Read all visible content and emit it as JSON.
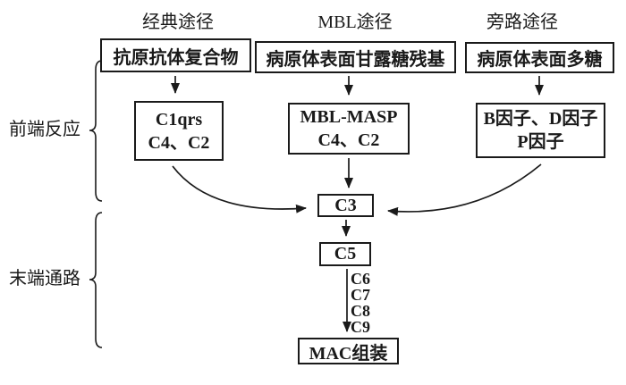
{
  "colors": {
    "ink": "#1a1a1a",
    "paper": "#ffffff"
  },
  "headers": {
    "classical": "经典途径",
    "mbl": "MBL途径",
    "alternative": "旁路途径"
  },
  "stages": {
    "front_end": "前端反应",
    "terminal": "末端通路"
  },
  "boxes": {
    "classical_trigger": "抗原抗体复合物",
    "mbl_trigger": "病原体表面甘露糖残基",
    "alternative_trigger": "病原体表面多糖",
    "classical_enzymes": {
      "line1": "C1qrs",
      "line2": "C4、C2"
    },
    "mbl_enzymes": {
      "line1": "MBL-MASP",
      "line2": "C4、C2"
    },
    "alternative_factors": {
      "line1": "B因子、D因子",
      "line2": "P因子"
    },
    "c3": "C3",
    "c5": "C5",
    "mac_assembly": "MAC组装"
  },
  "cascade": [
    "C6",
    "C7",
    "C8",
    "C9"
  ]
}
